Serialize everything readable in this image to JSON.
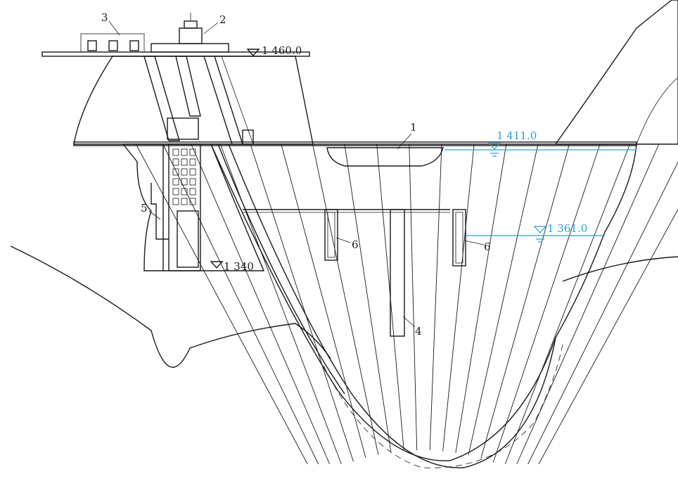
{
  "labels": {
    "part1": "1",
    "part2": "2",
    "part3": "3",
    "part4": "4",
    "part5": "5",
    "part6a": "6",
    "part6b": "6"
  },
  "elevations": {
    "crest": "1 460.0",
    "upper_water": "1 411.0",
    "lower_water": "1 361.0",
    "powerhouse_floor": "1 340"
  },
  "colors": {
    "ink": "#1a1a1a",
    "water": "#2a9fd6"
  }
}
